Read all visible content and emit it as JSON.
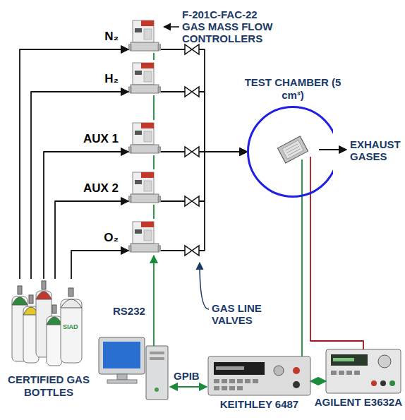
{
  "diagram": {
    "nodes": [
      {
        "text": [
          "CERTIFIED GAS BOTTLES"
        ]
      },
      {
        "text": [
          "N₂"
        ]
      },
      {
        "text": [
          "H₂"
        ]
      },
      {
        "text": [
          "AUX 1"
        ]
      },
      {
        "text": [
          "AUX 2"
        ]
      },
      {
        "text": [
          "O₂"
        ]
      },
      {
        "text": [
          "TEST CHAMBER (5 cm³)"
        ]
      },
      {
        "text": [
          "KEITHLEY 6487"
        ]
      },
      {
        "text": [
          "AGILENT E3632A"
        ]
      }
    ],
    "edges": [
      {
        "from": 0,
        "to": 1,
        "arrow": "to"
      },
      {
        "from": 0,
        "to": 2,
        "arrow": "to"
      },
      {
        "from": 0,
        "to": 3,
        "arrow": "to"
      },
      {
        "from": 0,
        "to": 4,
        "arrow": "to"
      },
      {
        "from": 0,
        "to": 5,
        "arrow": "to"
      },
      {
        "from": 1,
        "to": 6,
        "arrow": "to"
      },
      {
        "from": 2,
        "to": 6,
        "arrow": "to"
      },
      {
        "from": 3,
        "to": 6,
        "arrow": "to"
      },
      {
        "from": 4,
        "to": 6,
        "arrow": "to"
      },
      {
        "from": 5,
        "to": 6,
        "arrow": "to"
      },
      {
        "from": 6,
        "to": 7,
        "arrow": "none"
      },
      {
        "from": 6,
        "to": 8,
        "arrow": "none"
      },
      {
        "from": 7,
        "to": 8,
        "arrow": "both"
      }
    ],
    "labels": [
      "F-201C-FAC-22 GAS MASS FLOW CONTROLLERS",
      "EXHAUST GASES",
      "GAS LINE VALVES",
      "RS232",
      "GPIB",
      "SIAD"
    ]
  }
}
